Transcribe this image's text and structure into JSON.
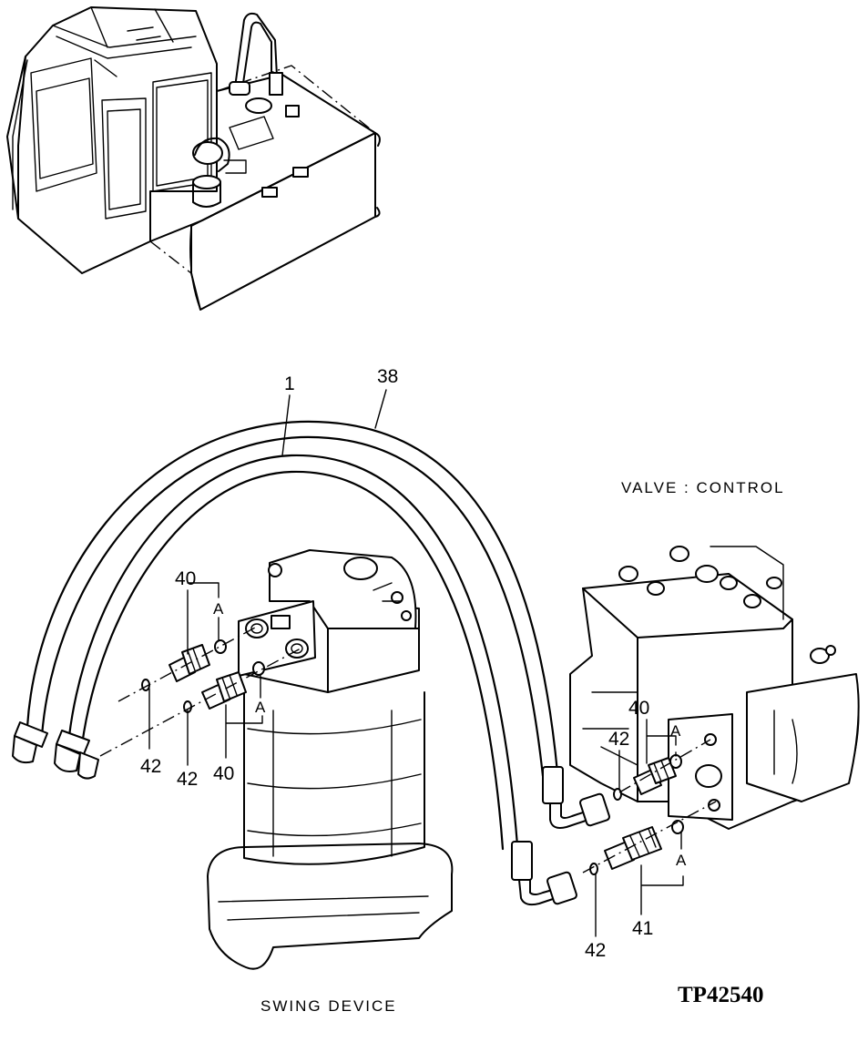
{
  "labels": {
    "valve": "VALVE : CONTROL",
    "swing": "SWING DEVICE",
    "drawing_code": "TP42540"
  },
  "callouts": {
    "hose_1": "1",
    "hose_38": "38",
    "fitting_40_top": "40",
    "fitting_40_bottom": "40",
    "fitting_40_valve": "40",
    "fitting_41_valve": "41",
    "oring_42_left": "42",
    "oring_42_mid": "42",
    "oring_42_valve_top": "42",
    "oring_42_valve_bottom": "42",
    "port_a_swing_top": "A",
    "port_a_swing_bottom": "A",
    "port_a_valve_top": "A",
    "port_a_valve_bottom": "A"
  }
}
